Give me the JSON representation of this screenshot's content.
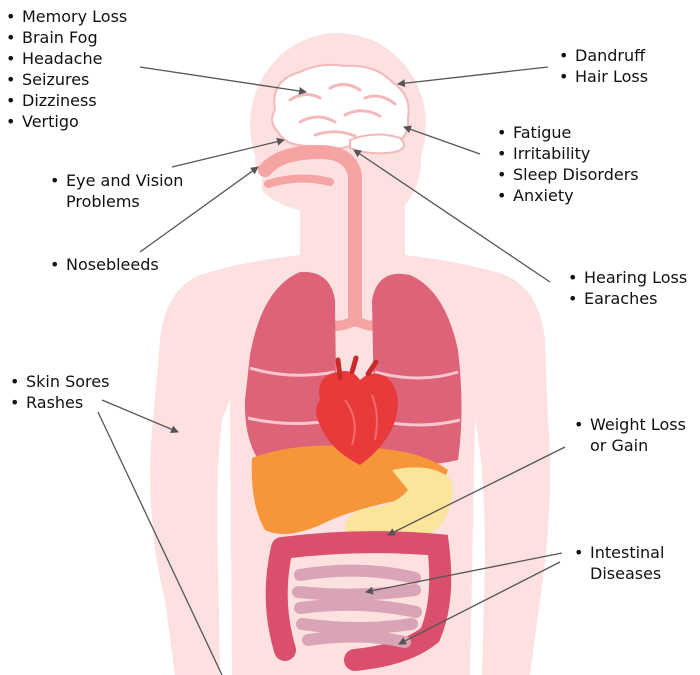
{
  "colors": {
    "body": "#fde0e0",
    "lungs": "#dd6378",
    "lungs_dark": "#c84f66",
    "heart": "#e83a3a",
    "liver": "#f7953a",
    "stomach": "#fbe59a",
    "colon": "#d94f6c",
    "small_intestine": "#d9a4b6",
    "airway": "#f5a3a3",
    "arrow": "#555555"
  },
  "labels": {
    "head_group": [
      "Memory Loss",
      "Brain Fog",
      "Headache",
      "Seizures",
      "Dizziness",
      "Vertigo"
    ],
    "hair_group": [
      "Dandruff",
      "Hair Loss"
    ],
    "neuro_group": [
      "Fatigue",
      "Irritability",
      "Sleep Disorders",
      "Anxiety"
    ],
    "eye_group": [
      "Eye and Vision",
      "Problems"
    ],
    "nose_group": [
      "Nosebleeds"
    ],
    "ear_group": [
      "Hearing Loss",
      "Earaches"
    ],
    "skin_group": [
      "Skin Sores",
      "Rashes"
    ],
    "weight_group": [
      "Weight Loss",
      "or Gain"
    ],
    "intestine_group": [
      "Intestinal",
      "Diseases"
    ]
  }
}
